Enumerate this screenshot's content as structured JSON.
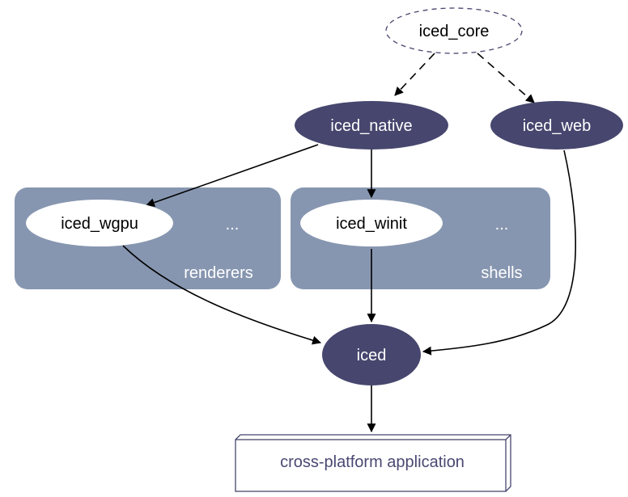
{
  "colors": {
    "node_fill": "#46466e",
    "cluster_fill": "#8796b0",
    "white_node_fill": "#ffffff",
    "core_border": "#46466e",
    "app_text": "#4a4872"
  },
  "nodes": {
    "core": "iced_core",
    "native": "iced_native",
    "web": "iced_web",
    "wgpu": "iced_wgpu",
    "winit": "iced_winit",
    "iced": "iced",
    "app": "cross-platform application"
  },
  "clusters": {
    "renderers": {
      "label": "renderers",
      "ellipsis": "..."
    },
    "shells": {
      "label": "shells",
      "ellipsis": "..."
    }
  }
}
